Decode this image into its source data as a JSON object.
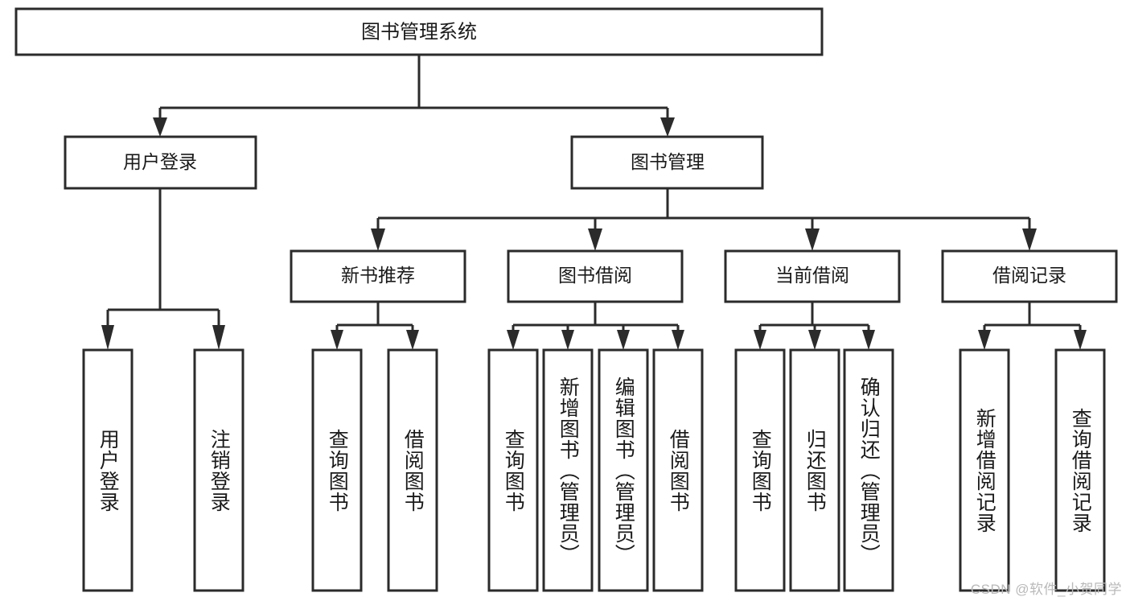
{
  "diagram": {
    "type": "tree-hierarchy-flowchart",
    "root": {
      "label": "图书管理系统"
    },
    "level1": [
      {
        "label": "用户登录"
      },
      {
        "label": "图书管理"
      }
    ],
    "level2": [
      {
        "label": "新书推荐",
        "parent": "图书管理"
      },
      {
        "label": "图书借阅",
        "parent": "图书管理"
      },
      {
        "label": "当前借阅",
        "parent": "图书管理"
      },
      {
        "label": "借阅记录",
        "parent": "图书管理"
      }
    ],
    "leaves": {
      "user_login": [
        {
          "label": "用户登录"
        },
        {
          "label": "注销登录"
        }
      ],
      "new_book_recommend": [
        {
          "label": "查询图书"
        },
        {
          "label": "借阅图书"
        }
      ],
      "book_borrow": [
        {
          "label": "查询图书"
        },
        {
          "label": "新增图书（管理员）"
        },
        {
          "label": "编辑图书（管理员）"
        },
        {
          "label": "借阅图书"
        }
      ],
      "current_borrow": [
        {
          "label": "查询图书"
        },
        {
          "label": "归还图书"
        },
        {
          "label": "确认归还（管理员）"
        }
      ],
      "borrow_record": [
        {
          "label": "新增借阅记录"
        },
        {
          "label": "查询借阅记录"
        }
      ]
    },
    "watermark": "CSDN @软件_小贺同学",
    "colors": {
      "stroke": "#2b2b2b",
      "fill": "#ffffff",
      "text": "#1a1a1a",
      "watermark": "#b9b9b9"
    }
  }
}
